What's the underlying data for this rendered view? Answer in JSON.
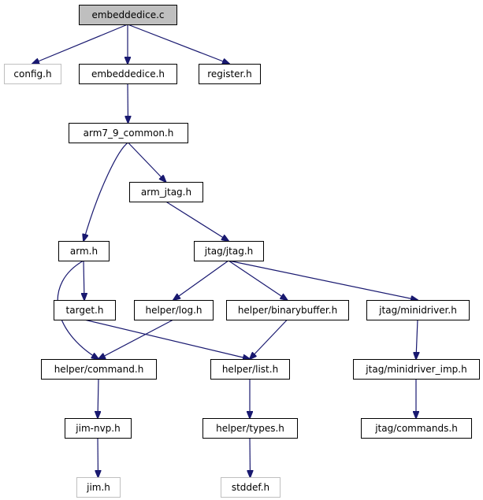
{
  "diagram": {
    "type": "include-dependency-graph",
    "edge_color": "#191970",
    "root_fill": "#bfbfbf",
    "external_border": "#bfbfbf",
    "nodes": [
      {
        "id": "embeddedice_c",
        "label": "embeddedice.c",
        "kind": "root"
      },
      {
        "id": "config_h",
        "label": "config.h",
        "kind": "external"
      },
      {
        "id": "embeddedice_h",
        "label": "embeddedice.h",
        "kind": "normal"
      },
      {
        "id": "register_h",
        "label": "register.h",
        "kind": "normal"
      },
      {
        "id": "arm7_9_common_h",
        "label": "arm7_9_common.h",
        "kind": "normal"
      },
      {
        "id": "arm_jtag_h",
        "label": "arm_jtag.h",
        "kind": "normal"
      },
      {
        "id": "arm_h",
        "label": "arm.h",
        "kind": "normal"
      },
      {
        "id": "jtag_jtag_h",
        "label": "jtag/jtag.h",
        "kind": "normal"
      },
      {
        "id": "target_h",
        "label": "target.h",
        "kind": "normal"
      },
      {
        "id": "helper_log_h",
        "label": "helper/log.h",
        "kind": "normal"
      },
      {
        "id": "helper_binarybuffer_h",
        "label": "helper/binarybuffer.h",
        "kind": "normal"
      },
      {
        "id": "jtag_minidriver_h",
        "label": "jtag/minidriver.h",
        "kind": "normal"
      },
      {
        "id": "helper_command_h",
        "label": "helper/command.h",
        "kind": "normal"
      },
      {
        "id": "helper_list_h",
        "label": "helper/list.h",
        "kind": "normal"
      },
      {
        "id": "jtag_minidriver_imp_h",
        "label": "jtag/minidriver_imp.h",
        "kind": "normal"
      },
      {
        "id": "jim_nvp_h",
        "label": "jim-nvp.h",
        "kind": "normal"
      },
      {
        "id": "helper_types_h",
        "label": "helper/types.h",
        "kind": "normal"
      },
      {
        "id": "jtag_commands_h",
        "label": "jtag/commands.h",
        "kind": "normal"
      },
      {
        "id": "jim_h",
        "label": "jim.h",
        "kind": "external"
      },
      {
        "id": "stddef_h",
        "label": "stddef.h",
        "kind": "external"
      }
    ],
    "edges": [
      {
        "from": "embeddedice_c",
        "to": "config_h"
      },
      {
        "from": "embeddedice_c",
        "to": "embeddedice_h"
      },
      {
        "from": "embeddedice_c",
        "to": "register_h"
      },
      {
        "from": "embeddedice_h",
        "to": "arm7_9_common_h"
      },
      {
        "from": "arm7_9_common_h",
        "to": "arm_h"
      },
      {
        "from": "arm7_9_common_h",
        "to": "arm_jtag_h"
      },
      {
        "from": "arm_jtag_h",
        "to": "jtag_jtag_h"
      },
      {
        "from": "arm_h",
        "to": "target_h"
      },
      {
        "from": "arm_h",
        "to": "helper_command_h"
      },
      {
        "from": "jtag_jtag_h",
        "to": "helper_log_h"
      },
      {
        "from": "jtag_jtag_h",
        "to": "helper_binarybuffer_h"
      },
      {
        "from": "jtag_jtag_h",
        "to": "jtag_minidriver_h"
      },
      {
        "from": "target_h",
        "to": "helper_list_h"
      },
      {
        "from": "helper_log_h",
        "to": "helper_command_h"
      },
      {
        "from": "helper_binarybuffer_h",
        "to": "helper_list_h"
      },
      {
        "from": "jtag_minidriver_h",
        "to": "jtag_minidriver_imp_h"
      },
      {
        "from": "helper_command_h",
        "to": "jim_nvp_h"
      },
      {
        "from": "helper_list_h",
        "to": "helper_types_h"
      },
      {
        "from": "jtag_minidriver_imp_h",
        "to": "jtag_commands_h"
      },
      {
        "from": "jim_nvp_h",
        "to": "jim_h"
      },
      {
        "from": "helper_types_h",
        "to": "stddef_h"
      }
    ]
  }
}
